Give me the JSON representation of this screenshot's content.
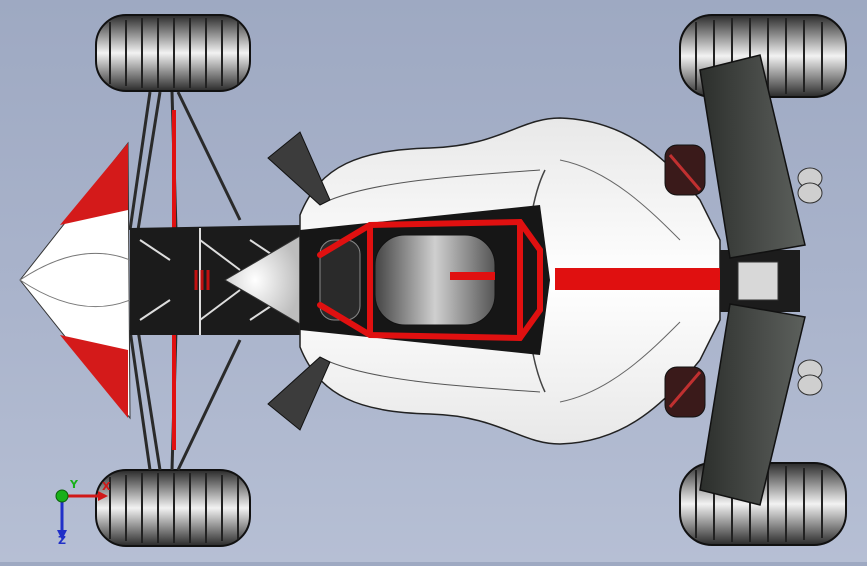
{
  "viewport": {
    "background_top": "#9ea9c2",
    "background_bottom": "#b6bfd4",
    "model": "race-car-top-view"
  },
  "triad": {
    "x_label": "X",
    "y_label": "Y",
    "z_label": "Z",
    "x_color": "#d01818",
    "y_color": "#18b018",
    "z_color": "#2030c8"
  }
}
